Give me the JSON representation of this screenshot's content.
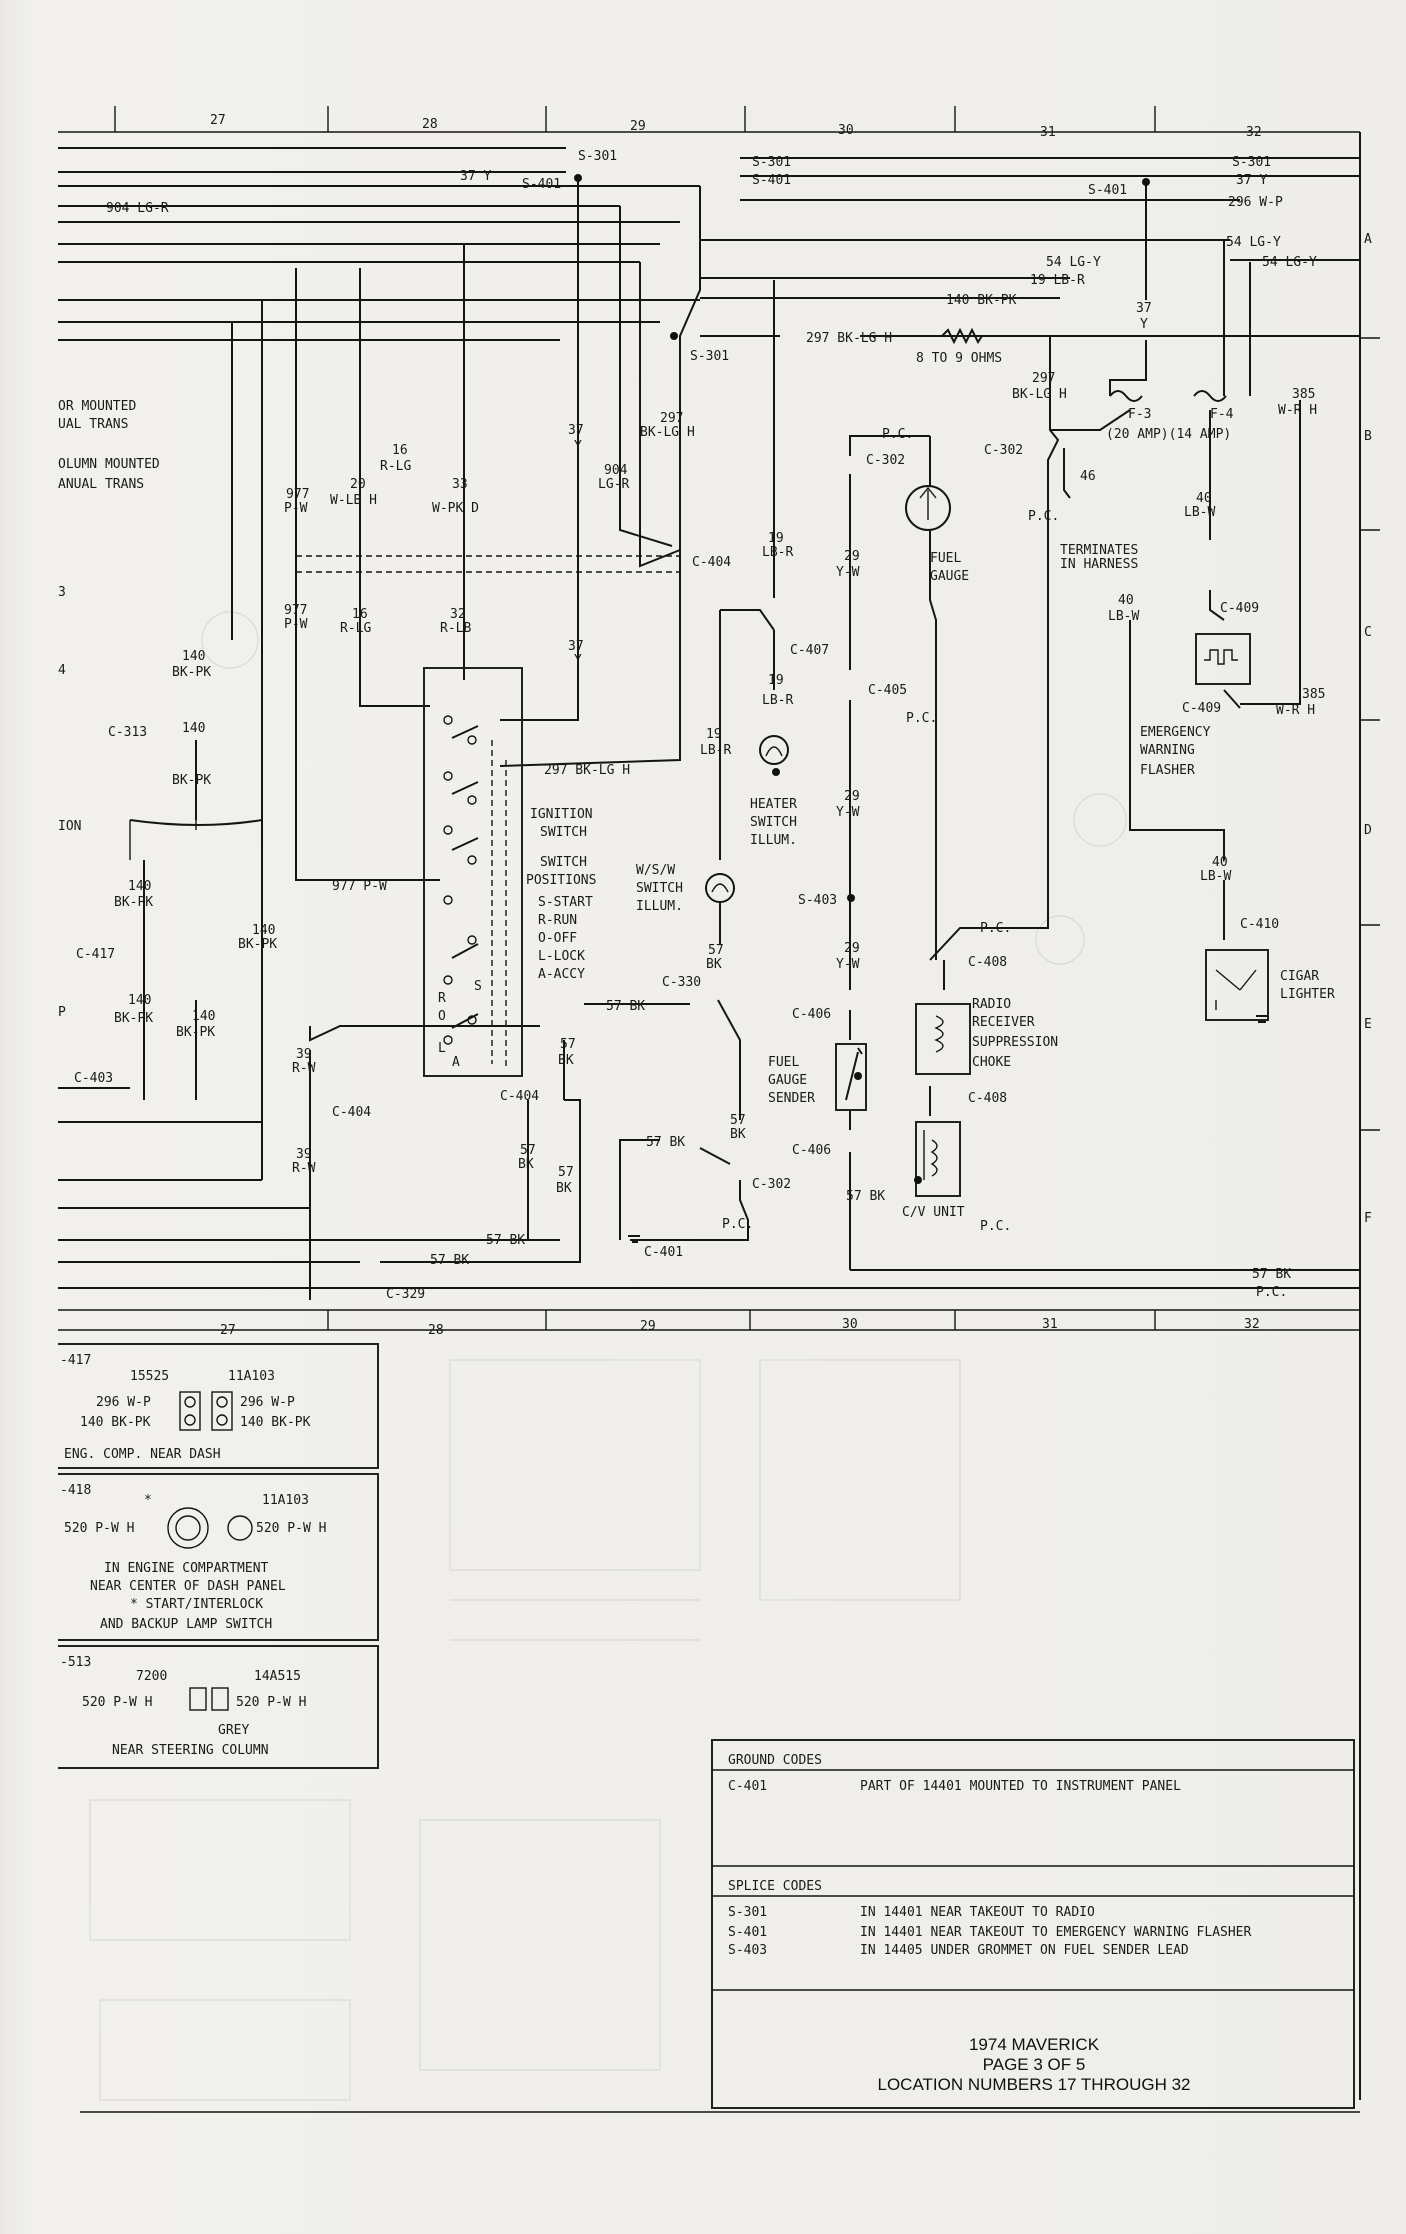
{
  "grid": {
    "top_numbers": [
      "27",
      "28",
      "29",
      "30",
      "31",
      "32"
    ],
    "bottom_numbers": [
      "27",
      "28",
      "29",
      "30",
      "31",
      "32"
    ],
    "row_letters": [
      "A",
      "B",
      "C",
      "D",
      "E",
      "F"
    ]
  },
  "left_labels": {
    "floor_mounted": [
      "OR MOUNTED",
      "UAL TRANS"
    ],
    "column_mounted": [
      "OLUMN MOUNTED",
      "ANUAL TRANS"
    ],
    "frag_3": "3",
    "frag_4": "4",
    "frag_ion": "ION",
    "frag_p": "P"
  },
  "top_bus": {
    "s301_a": "S-301",
    "s301_b": "S-301",
    "s301_c": "S-301",
    "y37_a": "37 Y",
    "s401_a": "S-401",
    "s401_b": "S-401",
    "s401_c": "S-401",
    "y37_b": "37 Y",
    "lgr904": "904 LG-R",
    "wp296": "296 W-P",
    "lgy54_a": "54 LG-Y",
    "lgy54_b": "54 LG-Y",
    "lgy54_c": "54 LG-Y",
    "lbr19": "19 LB-R",
    "bkpk140": "140 BK-PK",
    "bklgh297": "297 BK-LG H",
    "ohms": "8 TO 9 OHMS",
    "s301_d": "S-301"
  },
  "wires": {
    "w977pw": [
      "977",
      "P-W"
    ],
    "w20": [
      "20",
      "W-LB H"
    ],
    "w16rlg": [
      "16",
      "R-LG"
    ],
    "w33": [
      "33",
      "W-PK D"
    ],
    "w37y": [
      "37",
      "Y"
    ],
    "w904": [
      "904",
      "LG-R"
    ],
    "w297": [
      "297",
      "BK-LG H"
    ],
    "w977pw2": [
      "977",
      "P-W"
    ],
    "w16rlg2": [
      "16",
      "R-LG"
    ],
    "w32": [
      "32",
      "R-LB"
    ],
    "w37y2": [
      "37",
      "Y"
    ],
    "w140_a": [
      "140",
      "BK-PK"
    ],
    "w140_b": [
      "140",
      "BK-PK"
    ],
    "w140_c": [
      "140",
      "BK-PK"
    ],
    "w140_d": [
      "140",
      "BK-PK"
    ],
    "w140_e": [
      "140",
      "BK-PK"
    ],
    "w140_f": [
      "140",
      "BK-PK"
    ],
    "w977_h": "977 P-W",
    "w297_h": "297 BK-LG H",
    "w39_a": [
      "39",
      "R-W"
    ],
    "w39_b": [
      "39",
      "R-W"
    ],
    "w57_a": [
      "57",
      "BK"
    ],
    "w57_b": [
      "57",
      "BK"
    ],
    "w57_c": [
      "57",
      "BK"
    ],
    "w57_d": [
      "57",
      "BK"
    ],
    "w57_e": [
      "57",
      "BK"
    ],
    "w57_h1": "57 BK",
    "w57_h2": "57 BK",
    "w57_h3": "57 BK",
    "w57_h4": "57 BK",
    "w57_h5": "57 BK",
    "w57_h6": "57 BK",
    "w19_a": [
      "19",
      "LB-R"
    ],
    "w19_b": [
      "19",
      "LB-R"
    ],
    "w19_c": [
      "19",
      "LB-R"
    ],
    "w29_a": [
      "29",
      "Y-W"
    ],
    "w29_b": [
      "29",
      "Y-W"
    ],
    "w29_c": [
      "29",
      "Y-W"
    ],
    "w297_b": [
      "297",
      "BK-LG H"
    ],
    "w37_c": [
      "37",
      "Y"
    ],
    "w46": "46",
    "w40_a": [
      "40",
      "LB-W"
    ],
    "w40_b": [
      "40",
      "LB-W"
    ],
    "w40_c": [
      "40",
      "LB-W"
    ],
    "w385_a": [
      "385",
      "W-R H"
    ],
    "w385_b": [
      "385",
      "W-R H"
    ],
    "pc_a": "P.C.",
    "pc_b": "P.C.",
    "pc_c": "P.C.",
    "pc_d": "P.C.",
    "pc_e": "P.C.",
    "pc_f": "P.C.",
    "pc_g": "P.C."
  },
  "connectors": {
    "c404_a": "C-404",
    "c404_b": "C-404",
    "c404_c": "C-404",
    "c313": "C-313",
    "c417": "C-417",
    "c403": "C-403",
    "c330": "C-330",
    "c302_a": "C-302",
    "c302_b": "C-302",
    "c302_c": "C-302",
    "c407": "C-407",
    "c405": "C-405",
    "c406_a": "C-406",
    "c406_b": "C-406",
    "c408_a": "C-408",
    "c408_b": "C-408",
    "c409_a": "C-409",
    "c409_b": "C-409",
    "c410": "C-410",
    "c401": "C-401",
    "c329": "C-329",
    "s403": "S-403"
  },
  "components": {
    "ignition": [
      "IGNITION",
      "SWITCH"
    ],
    "positions": [
      "SWITCH",
      "POSITIONS",
      "S-START",
      "R-RUN",
      "O-OFF",
      "L-LOCK",
      "A-ACCY"
    ],
    "heater_illum": [
      "HEATER",
      "SWITCH",
      "ILLUM."
    ],
    "wsw_illum": [
      "W/S/W",
      "SWITCH",
      "ILLUM."
    ],
    "fuel_gauge": [
      "FUEL",
      "GAUGE"
    ],
    "fuel_sender": [
      "FUEL",
      "GAUGE",
      "SENDER"
    ],
    "radio_choke": [
      "RADIO",
      "RECEIVER",
      "SUPPRESSION",
      "CHOKE"
    ],
    "cv_unit": "C/V UNIT",
    "terminates": [
      "TERMINATES",
      "IN HARNESS"
    ],
    "fuse_f3": "F-3",
    "fuse_f4": "F-4",
    "fuse_rating": "(20 AMP)(14 AMP)",
    "flasher": [
      "EMERGENCY",
      "WARNING",
      "FLASHER"
    ],
    "cigar": [
      "CIGAR",
      "LIGHTER"
    ],
    "switch_letters": [
      "S",
      "R",
      "O",
      "L",
      "A"
    ]
  },
  "inset_417": {
    "id": "-417",
    "part_left": "15525",
    "part_right": "11A103",
    "row1_left": "296 W-P",
    "row1_right": "296 W-P",
    "row2_left": "140 BK-PK",
    "row2_right": "140 BK-PK",
    "note": "ENG. COMP. NEAR DASH"
  },
  "inset_418": {
    "id": "-418",
    "part_right": "11A103",
    "left": "520 P-W H",
    "right": "520 P-W H",
    "star": "*",
    "notes": [
      "IN ENGINE COMPARTMENT",
      "NEAR CENTER OF DASH PANEL",
      "* START/INTERLOCK",
      "AND BACKUP LAMP SWITCH"
    ]
  },
  "inset_513": {
    "id": "-513",
    "part_left": "7200",
    "part_right": "14A515",
    "left": "520 P-W H",
    "right": "520 P-W H",
    "grey": "GREY",
    "note": "NEAR STEERING COLUMN"
  },
  "codes": {
    "ground_header": "GROUND CODES",
    "ground": [
      {
        "code": "C-401",
        "desc": "PART OF 14401 MOUNTED TO INSTRUMENT PANEL"
      }
    ],
    "splice_header": "SPLICE CODES",
    "splice": [
      {
        "code": "S-301",
        "desc": "IN 14401 NEAR TAKEOUT TO RADIO"
      },
      {
        "code": "S-401",
        "desc": "IN 14401 NEAR TAKEOUT TO EMERGENCY WARNING FLASHER"
      },
      {
        "code": "S-403",
        "desc": "IN 14405 UNDER GROMMET ON FUEL SENDER LEAD"
      }
    ]
  },
  "title_block": {
    "model": "1974 MAVERICK",
    "page": "PAGE 3 OF 5",
    "locations": "LOCATION NUMBERS 17 THROUGH 32"
  }
}
